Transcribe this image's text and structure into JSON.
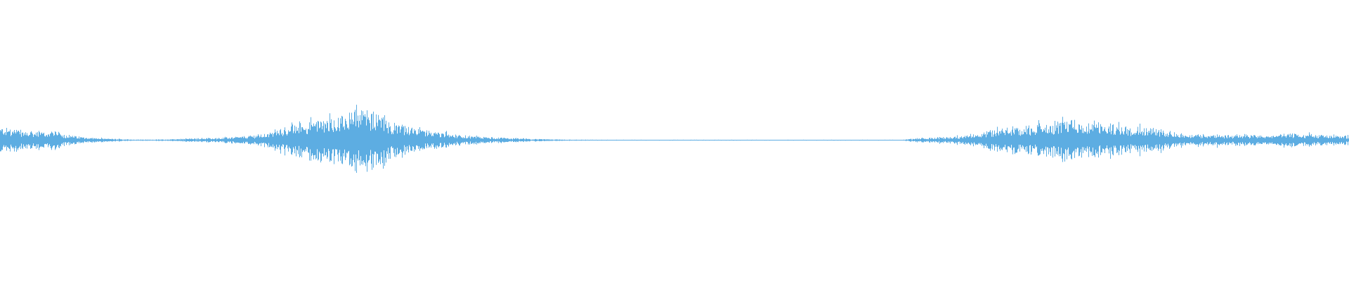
{
  "waveform": {
    "color": "#5dade2",
    "background": "#ffffff",
    "amplitude_profile": [
      0.3,
      0.26,
      0.22,
      0.2,
      0.18,
      0.22,
      0.14,
      0.09,
      0.07,
      0.05,
      0.04,
      0.03,
      0.02,
      0.015,
      0.015,
      0.015,
      0.02,
      0.03,
      0.04,
      0.05,
      0.05,
      0.06,
      0.07,
      0.09,
      0.12,
      0.16,
      0.22,
      0.3,
      0.36,
      0.42,
      0.5,
      0.56,
      0.62,
      0.66,
      0.7,
      0.66,
      0.56,
      0.42,
      0.32,
      0.26,
      0.22,
      0.2,
      0.16,
      0.12,
      0.1,
      0.08,
      0.07,
      0.06,
      0.05,
      0.04,
      0.03,
      0.025,
      0.02,
      0.015,
      0.012,
      0.01,
      0.008,
      0.008,
      0.008,
      0.008,
      0.008,
      0.008,
      0.008,
      0.008,
      0.008,
      0.008,
      0.008,
      0.008,
      0.008,
      0.008,
      0.008,
      0.008,
      0.008,
      0.008,
      0.008,
      0.008,
      0.008,
      0.008,
      0.008,
      0.008,
      0.008,
      0.008,
      0.008,
      0.008,
      0.008,
      0.008,
      0.04,
      0.05,
      0.06,
      0.07,
      0.09,
      0.12,
      0.16,
      0.2,
      0.24,
      0.28,
      0.3,
      0.32,
      0.36,
      0.38,
      0.42,
      0.44,
      0.4,
      0.38,
      0.36,
      0.34,
      0.32,
      0.3,
      0.28,
      0.26,
      0.2,
      0.16,
      0.14,
      0.12,
      0.14,
      0.12,
      0.12,
      0.14,
      0.12,
      0.1,
      0.12,
      0.14,
      0.16,
      0.14,
      0.12,
      0.12,
      0.1,
      0.1
    ]
  }
}
